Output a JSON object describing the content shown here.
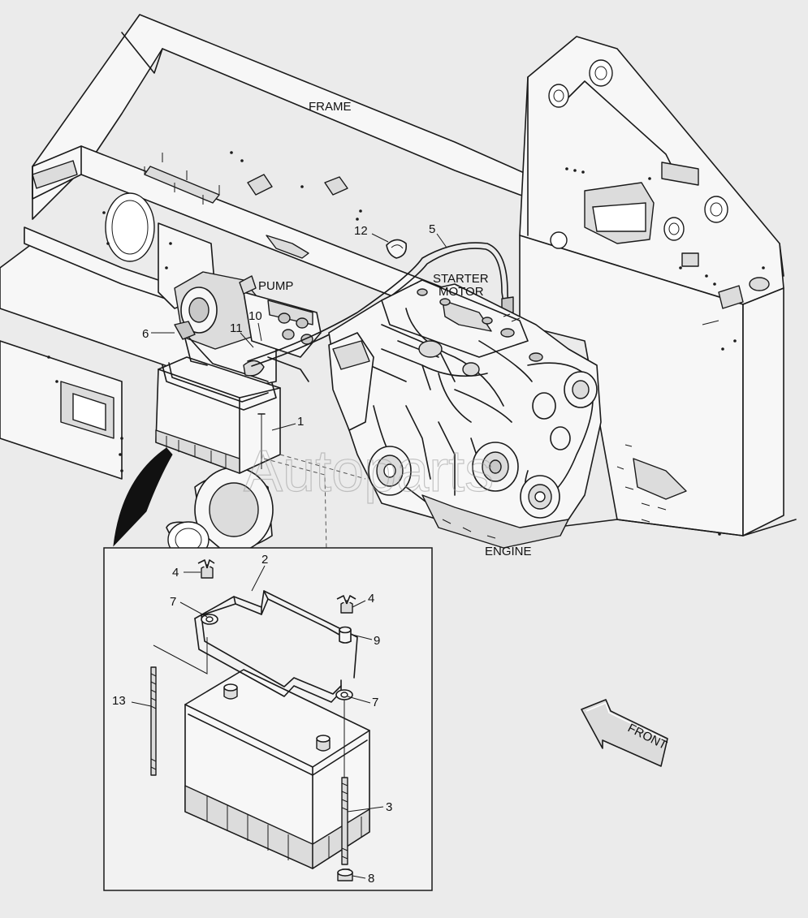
{
  "labels": {
    "frame": "FRAME",
    "pump": "PUMP",
    "starter_line1": "STARTER",
    "starter_line2": "MOTOR",
    "engine": "ENGINE",
    "front": "FRONT",
    "watermark": "Autoparts"
  },
  "callouts": {
    "c1": "1",
    "c2": "2",
    "c3": "3",
    "c4a": "4",
    "c4b": "4",
    "c5": "5",
    "c6": "6",
    "c7a": "7",
    "c7b": "7",
    "c8": "8",
    "c9": "9",
    "c10": "10",
    "c11": "11",
    "c12": "12",
    "c13": "13"
  }
}
